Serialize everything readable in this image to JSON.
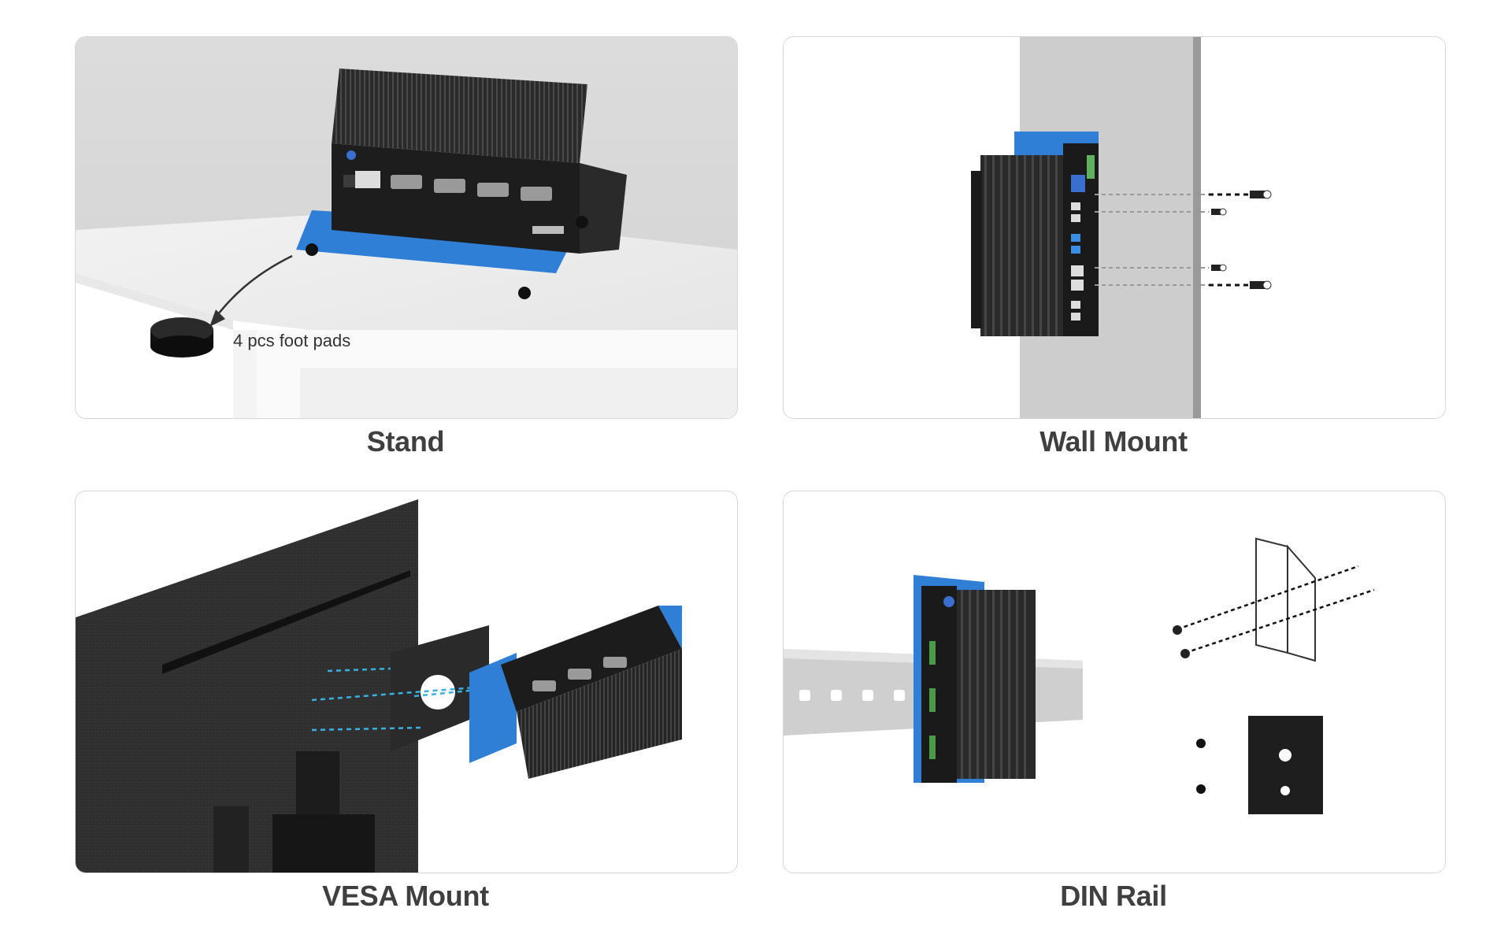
{
  "panels": [
    {
      "caption": "Stand",
      "annotation": "4 pcs foot pads"
    },
    {
      "caption": "Wall Mount"
    },
    {
      "caption": "VESA Mount"
    },
    {
      "caption": "DIN Rail"
    }
  ],
  "colors": {
    "bracket_blue": "#2f7fd6",
    "device_black": "#222222",
    "caption_text": "#3f3f3f",
    "panel_border": "#d6d6d6"
  },
  "icons": [
    "foot-pad-icon",
    "screw-icon",
    "mini-pc-icon",
    "monitor-icon",
    "din-clip-icon"
  ]
}
